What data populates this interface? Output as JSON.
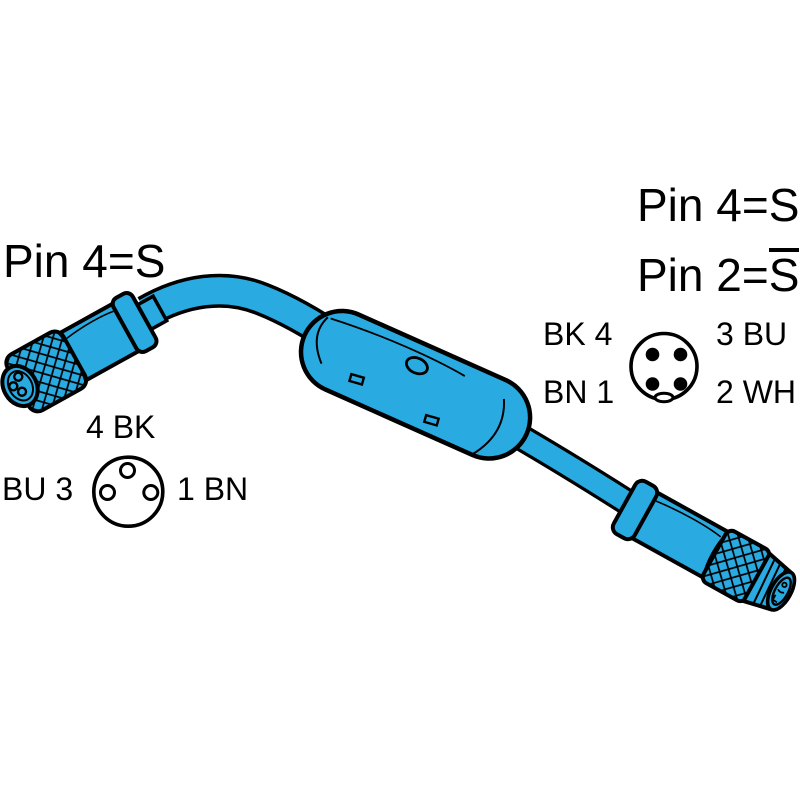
{
  "diagram": {
    "background": "#ffffff",
    "cable_color": "#29abe2",
    "outline_color": "#000000",
    "text_color": "#000000"
  },
  "left_connector": {
    "signal_label": "Pin 4=S",
    "pinout": {
      "pin_count": 3,
      "top": "4 BK",
      "left": "BU 3",
      "right": "1 BN"
    }
  },
  "right_connector": {
    "signal_label_line1": "Pin 4=S",
    "signal_label_line2_prefix": "Pin 2=",
    "signal_label_line2_inverted": "S",
    "pinout": {
      "pin_count": 4,
      "top_left": "BK 4",
      "top_right": "3 BU",
      "bottom_left": "BN 1",
      "bottom_right": "2 WH"
    }
  }
}
